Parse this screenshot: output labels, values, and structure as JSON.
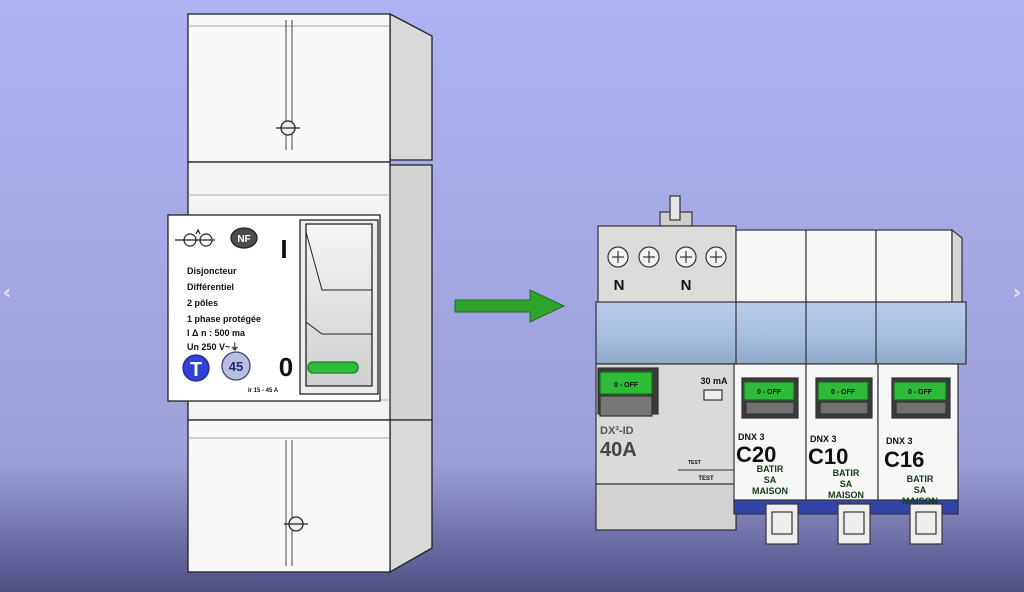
{
  "colors": {
    "background_top": "#aeb2f3",
    "background_bottom": "#9da0d8",
    "bottom_shade": "#4f4f86",
    "arrow": "#2fa42d",
    "lever_green": "#2ebb3a",
    "blue_band": "#a9c1de",
    "test_blue": "#2f41d4"
  },
  "left_breaker": {
    "top_symbol_text": "NF",
    "on_mark": "I",
    "off_mark": "0",
    "label_lines": [
      "Disjoncteur",
      "Différentiel",
      "2 pôles",
      "1 phase  protégée",
      "I Δ n :   500  ma",
      "Un 250 V~⏚"
    ],
    "test_button": "T",
    "rating_badge": "45",
    "range_text": "Ir 15 - 45 A"
  },
  "arrow_icon": "right-arrow",
  "right_panel": {
    "terminals": [
      "N",
      "N"
    ],
    "main_device": {
      "lever_text": "0 - OFF",
      "sensitivity": "30 mA",
      "model": "DX³-ID",
      "rating": "40A",
      "test_small": "TEST",
      "test_button": "TEST"
    },
    "breakers": [
      {
        "lever_text": "0 - OFF",
        "series": "DNX 3",
        "rating": "C20",
        "brand": [
          "BATIR",
          "SA",
          "MAISON"
        ]
      },
      {
        "lever_text": "0 - OFF",
        "series": "DNX 3",
        "rating": "C10",
        "brand": [
          "BATIR",
          "SA",
          "MAISON"
        ]
      },
      {
        "lever_text": "0 - OFF",
        "series": "DNX 3",
        "rating": "C16",
        "brand": [
          "BATIR",
          "SA",
          "MAISON"
        ]
      }
    ]
  }
}
